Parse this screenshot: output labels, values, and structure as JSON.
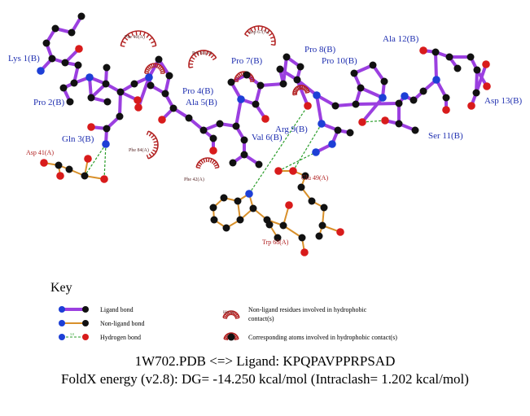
{
  "colors": {
    "ligand_bond": "#9b3fe0",
    "nonligand_bond": "#d8902a",
    "hbond": "#2a9d2a",
    "atom_c": "#111111",
    "atom_n": "#1d3fd6",
    "atom_o": "#d81b1b",
    "hydrophobic": "#b22222",
    "ligand_label": "#1f2fb0",
    "residue_label": "#b01f1f"
  },
  "ligand_residues": [
    "Lys 1(B)",
    "Pro 2(B)",
    "Gln 3(B)",
    "Pro 4(B)",
    "Ala 5(B)",
    "Val 6(B)",
    "Pro 7(B)",
    "Pro 8(B)",
    "Arg 9(B)",
    "Pro 10(B)",
    "Ser 11(B)",
    "Ala 12(B)",
    "Asp 13(B)"
  ],
  "contact_residues": [
    "Phe 40(A)",
    "Pro 81(A)",
    "Asp 67(A)",
    "Phe 84(A)",
    "Phe 42(A)",
    "Asp 41(A)",
    "Glu 49(A)",
    "Trp 68(A)"
  ],
  "key": {
    "title": "Key",
    "ligand_bond": "Ligand bond",
    "nonligand_bond": "Non-ligand bond",
    "hydrogen_bond": "Hydrogen bond",
    "hbond_distance": "3.0",
    "example_residue": "His 53",
    "hydrophobic_residues": "Non-ligand residues involved in hydrophobic contact(s)",
    "hydrophobic_atoms": "Corresponding atoms involved in hydrophobic contact(s)"
  },
  "caption": {
    "line1": "1W702.PDB <=> Ligand: KPQPAVPPRPSAD",
    "line2": "FoldX energy (v2.8): DG= -14.250 kcal/mol (Intraclash= 1.202 kcal/mol)"
  }
}
